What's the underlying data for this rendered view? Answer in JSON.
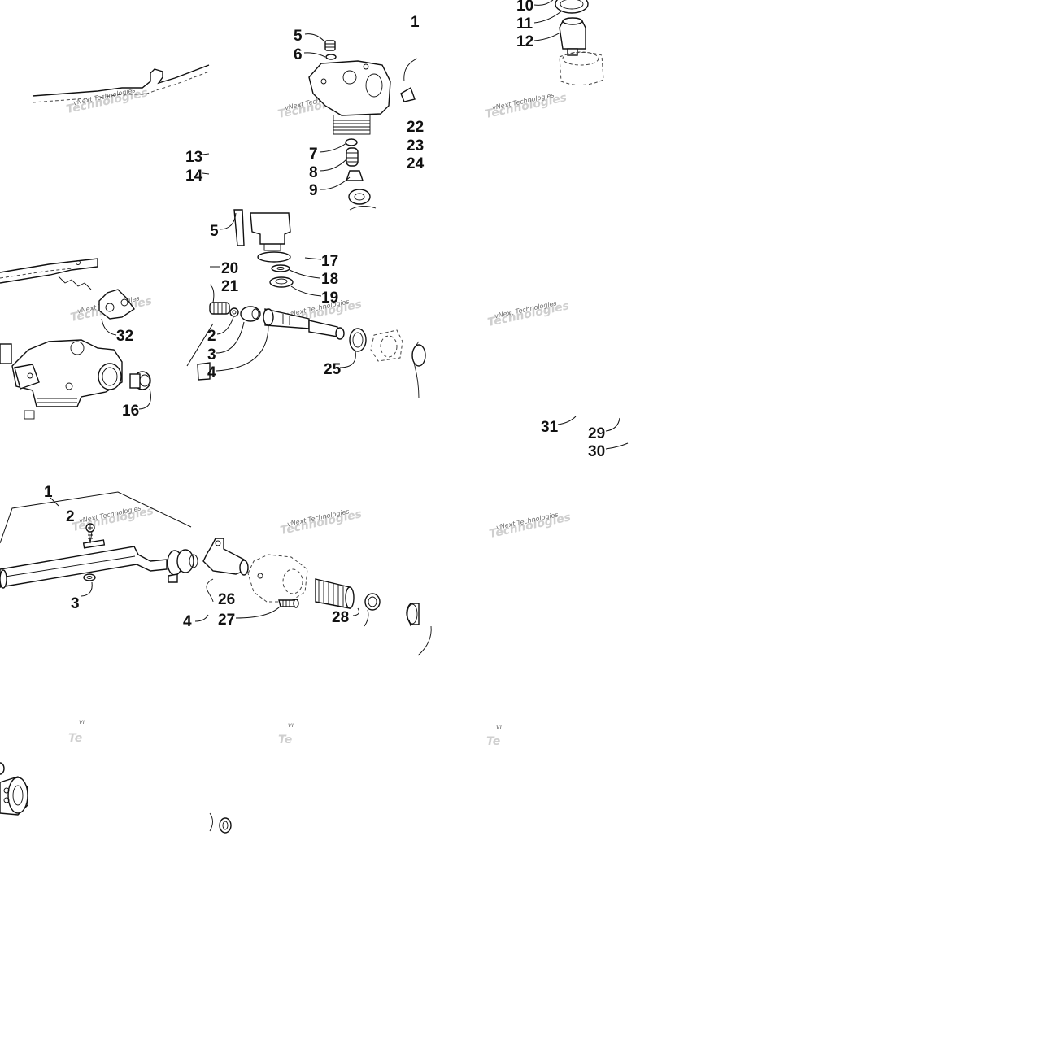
{
  "diagram": {
    "callouts": {
      "t1_5": "5",
      "t1_6": "6",
      "t1_1": "1",
      "t1_13": "13",
      "t1_14": "14",
      "t1_7": "7",
      "t1_8": "8",
      "t1_9": "9",
      "t1_22": "22",
      "t1_23": "23",
      "t1_24": "24",
      "t1_10": "10",
      "t1_11": "11",
      "t1_12": "12",
      "t2_5": "5",
      "t2_20": "20",
      "t2_21": "21",
      "t2_17": "17",
      "t2_18": "18",
      "t2_19": "19",
      "t2_2": "2",
      "t2_3": "3",
      "t2_4": "4",
      "t2_25": "25",
      "t2_32": "32",
      "t2_16": "16",
      "t2_31": "31",
      "t2_29": "29",
      "t2_30": "30",
      "t3_1": "1",
      "t3_2": "2",
      "t3_3": "3",
      "t3_26": "26",
      "t3_4": "4",
      "t3_27": "27",
      "t3_28": "28"
    },
    "watermark": {
      "line1": "vNext Technologies",
      "line2": "Technologies"
    },
    "watermark_partial": {
      "line1": "vı",
      "line2": "Te"
    }
  }
}
